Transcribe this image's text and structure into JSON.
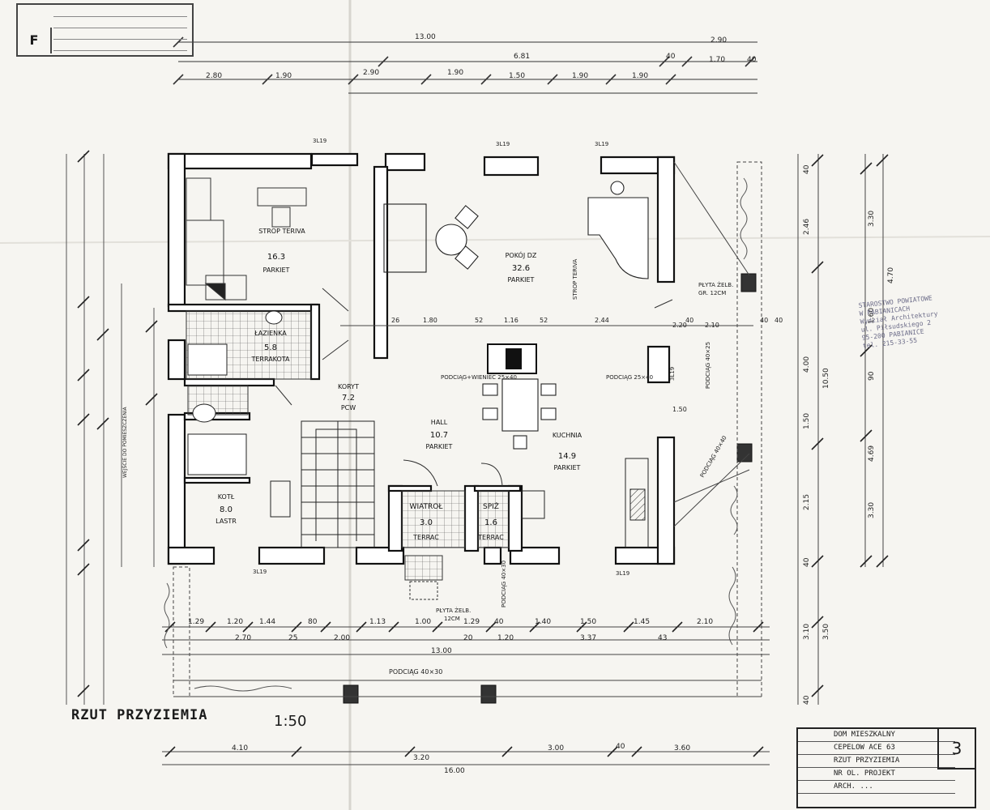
{
  "drawing": {
    "title": "RZUT PRZYZIEMIA",
    "scale": "1:50",
    "sheet_number": "3",
    "corner_number": "F"
  },
  "title_block": {
    "rows": [
      "DOM MIESZKALNY",
      "CEPELOW ACE 63",
      "RZUT PRZYZIEMIA",
      "NR OL. PROJEKT",
      "ARCH. ..."
    ]
  },
  "stamp": {
    "lines": [
      "STAROSTWO POWIATOWE",
      "W PABIANICACH",
      "Wydział Architektury",
      "ul. Piłsudskiego 2",
      "95-200 PABIANICE",
      "tel. 215-33-55"
    ]
  },
  "rooms": [
    {
      "name": "STROP TERIVA",
      "area": "16.3",
      "floor": "PARKIET"
    },
    {
      "name": "POKÓJ DZ",
      "area": "32.6",
      "floor": "PARKIET"
    },
    {
      "name": "ŁAZIENKA",
      "area": "5.8",
      "floor": "TERRAKOTA"
    },
    {
      "name": "KORYT",
      "area": "7.2",
      "floor": "PCW"
    },
    {
      "name": "HALL",
      "area": "10.7",
      "floor": "PARKIET"
    },
    {
      "name": "KUCHNIA",
      "area": "14.9",
      "floor": "PARKIET"
    },
    {
      "name": "KOTŁ",
      "area": "8.0",
      "floor": "LASTR"
    },
    {
      "name": "WIATROŁ",
      "area": "3.0",
      "floor": "TERRAC"
    },
    {
      "name": "SPIŻ",
      "area": "1.6",
      "floor": "TERRAC"
    }
  ],
  "notes": {
    "strop_teriva": "STROP TERIVA",
    "podciag_wienec": "PODCIĄG+WIENIEC 25×40",
    "podciag_1": "PODCIĄG 25×40",
    "podciag_bottom": "PODCIĄG 40×30",
    "plyta_zelb_top": "PŁYTA ŻELB.",
    "plyta_zelb_top2": "GR. 12CM",
    "plyta_zelb_bottom": "PŁYTA ŻELB.",
    "plyta_zelb_bottom2": "12CM",
    "podciag_right": "PODCIĄG 40×25",
    "podciag_right2": "PODCIĄG 40×40",
    "podciag_small": "PODCIĄG 40×30",
    "lintel_1": "3L19",
    "lintel_2": "3L19",
    "lintel_3": "3L19",
    "lintel_4": "3L19",
    "lintel_5": "3L19",
    "lintel_6": "3L19",
    "left_note": "WEJŚCIE DO POMIESZCZENIA"
  },
  "dimensions": {
    "top_total": "13.00",
    "top_mid": "6.81",
    "top_right": "2.90",
    "top_r2": "1.70",
    "top_r3": "40",
    "top_r4": "40",
    "top_row2": [
      "2.80",
      "1.90",
      "2.90",
      "1.90",
      "1.50",
      "1.90",
      "1.90"
    ],
    "bottom_row1": [
      "1.29",
      "1.20",
      "1.44",
      "80",
      "1.13",
      "1.00",
      "1.29",
      "40",
      "1.40",
      "1.50",
      "1.45",
      "2.10"
    ],
    "bottom_row2": [
      "2.70",
      "25",
      "2.00",
      "20",
      "1.20",
      "3.37",
      "43"
    ],
    "bottom_total": "13.00",
    "very_bottom": [
      "4.10",
      "3.20",
      "3.00",
      "40",
      "3.60"
    ],
    "very_bottom_total": "16.00",
    "right_col": [
      "40",
      "2.46",
      "3.30",
      "4.70",
      "1.60",
      "4.00",
      "10.50",
      "90",
      "1.50",
      "4.69",
      "2.15",
      "3.30",
      "40",
      "3.10",
      "3.50",
      "40"
    ],
    "interior": [
      "26",
      "1.80",
      "52",
      "1.16",
      "52",
      "2.44",
      "40",
      "2.10",
      "40",
      "40",
      "1.50",
      "2.20"
    ]
  }
}
